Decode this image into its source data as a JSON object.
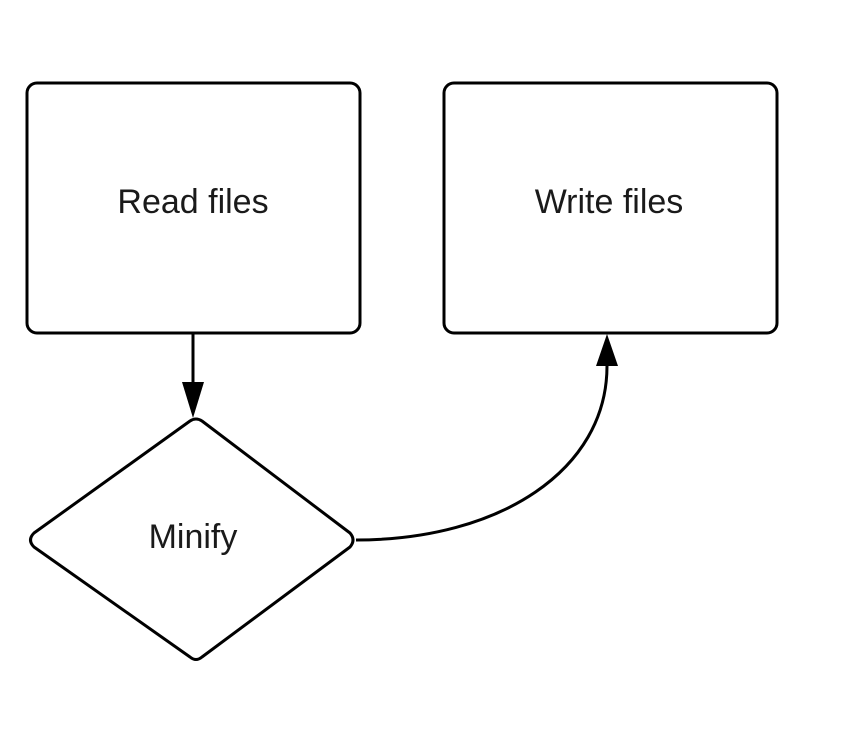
{
  "diagram": {
    "nodes": [
      {
        "id": "read",
        "shape": "rounded-rectangle",
        "label": "Read files"
      },
      {
        "id": "write",
        "shape": "rounded-rectangle",
        "label": "Write files"
      },
      {
        "id": "minify",
        "shape": "diamond",
        "label": "Minify"
      }
    ],
    "edges": [
      {
        "from": "read",
        "to": "minify",
        "style": "straight"
      },
      {
        "from": "minify",
        "to": "write",
        "style": "curved"
      }
    ],
    "colors": {
      "stroke": "#000000",
      "text": "#1a1a1a",
      "background": "#ffffff"
    }
  }
}
